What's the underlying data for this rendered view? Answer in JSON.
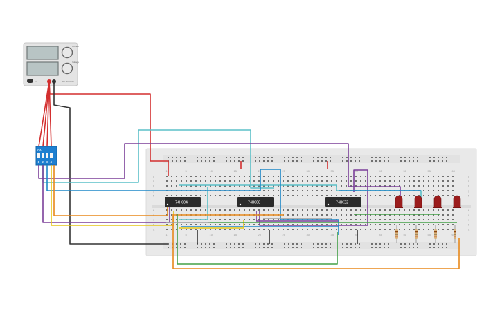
{
  "power_supply": {
    "current_label": "Current",
    "voltage_label": "Voltage",
    "on_label": "on",
    "brand": "DC POWER"
  },
  "dip_switch": {
    "on_label": "ON",
    "positions": [
      "1",
      "2",
      "3",
      "4"
    ]
  },
  "chips": [
    {
      "label": "74HC04"
    },
    {
      "label": "74HC08"
    },
    {
      "label": "74HC32"
    }
  ],
  "breadboard": {
    "column_numbers": [
      "1",
      "5",
      "10",
      "15",
      "20",
      "25",
      "30",
      "35",
      "40",
      "45",
      "50",
      "55",
      "60"
    ],
    "rows_top": [
      "j",
      "i",
      "h",
      "g",
      "f"
    ],
    "rows_bottom": [
      "e",
      "d",
      "c",
      "b",
      "a"
    ]
  },
  "led_count": 4,
  "resistor_count": 4,
  "colors": {
    "red": "#d32f2f",
    "black": "#333333",
    "cyan": "#5bc0c8",
    "purple": "#7b3f99",
    "blue": "#1e88c8",
    "yellow": "#e6c619",
    "orange": "#e8891c",
    "green": "#43a047",
    "gray": "#9e9e9e",
    "breadboard": "#e9e9e9",
    "dip": "#1e7fd0"
  }
}
